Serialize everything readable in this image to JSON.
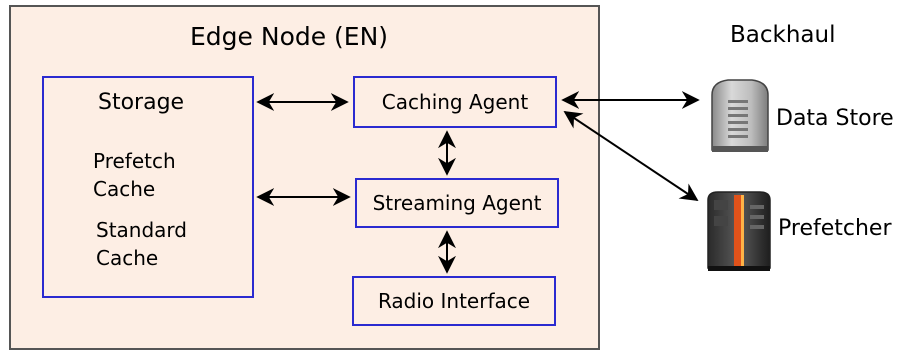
{
  "edge_node": {
    "title": "Edge Node (EN)"
  },
  "storage": {
    "title": "Storage",
    "prefetch_line1": "Prefetch",
    "prefetch_line2": "Cache",
    "standard_line1": "Standard",
    "standard_line2": "Cache"
  },
  "agents": {
    "caching": "Caching Agent",
    "streaming": "Streaming Agent",
    "radio": "Radio Interface"
  },
  "backhaul": {
    "title": "Backhaul",
    "data_store": "Data Store",
    "prefetcher": "Prefetcher"
  },
  "icons": {
    "data_store": "server-tower-icon",
    "prefetcher": "server-rack-icon"
  },
  "colors": {
    "edge_node_fill": "#fdeee4",
    "edge_node_border": "#555555",
    "box_border": "#2a2ad0",
    "prefetcher_accent": "#e0521a"
  }
}
